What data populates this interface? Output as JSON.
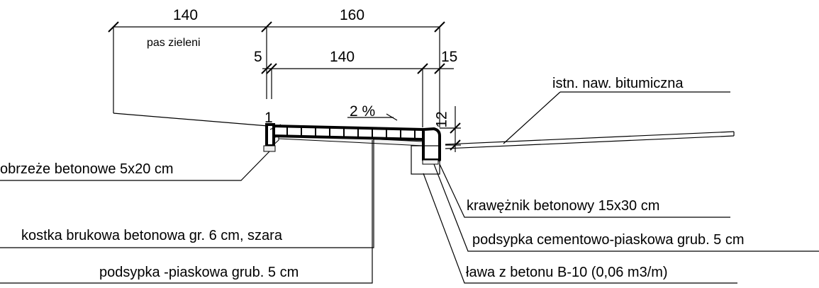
{
  "dimensions": {
    "green_width": "140",
    "walk_width": "160",
    "edging": "5",
    "paving": "140",
    "curb": "15",
    "curb_rise": "12",
    "edge_mark": "1",
    "slope": "2 %"
  },
  "labels": {
    "green_strip": "pas zieleni",
    "asphalt": "istn. naw. bitumiczna",
    "edging": "obrzeże betonowe 5x20 cm",
    "curb": "krawężnik betonowy 15x30  cm",
    "cement_sand_bed": "podsypka cementowo-piaskowa grub. 5 cm",
    "paving_stone": "kostka brukowa betonowa gr. 6 cm, szara",
    "sand_bed": "podsypka -piaskowa grub. 5 cm",
    "foundation": "ława z betonu B-10 (0,06 m3/m)"
  }
}
